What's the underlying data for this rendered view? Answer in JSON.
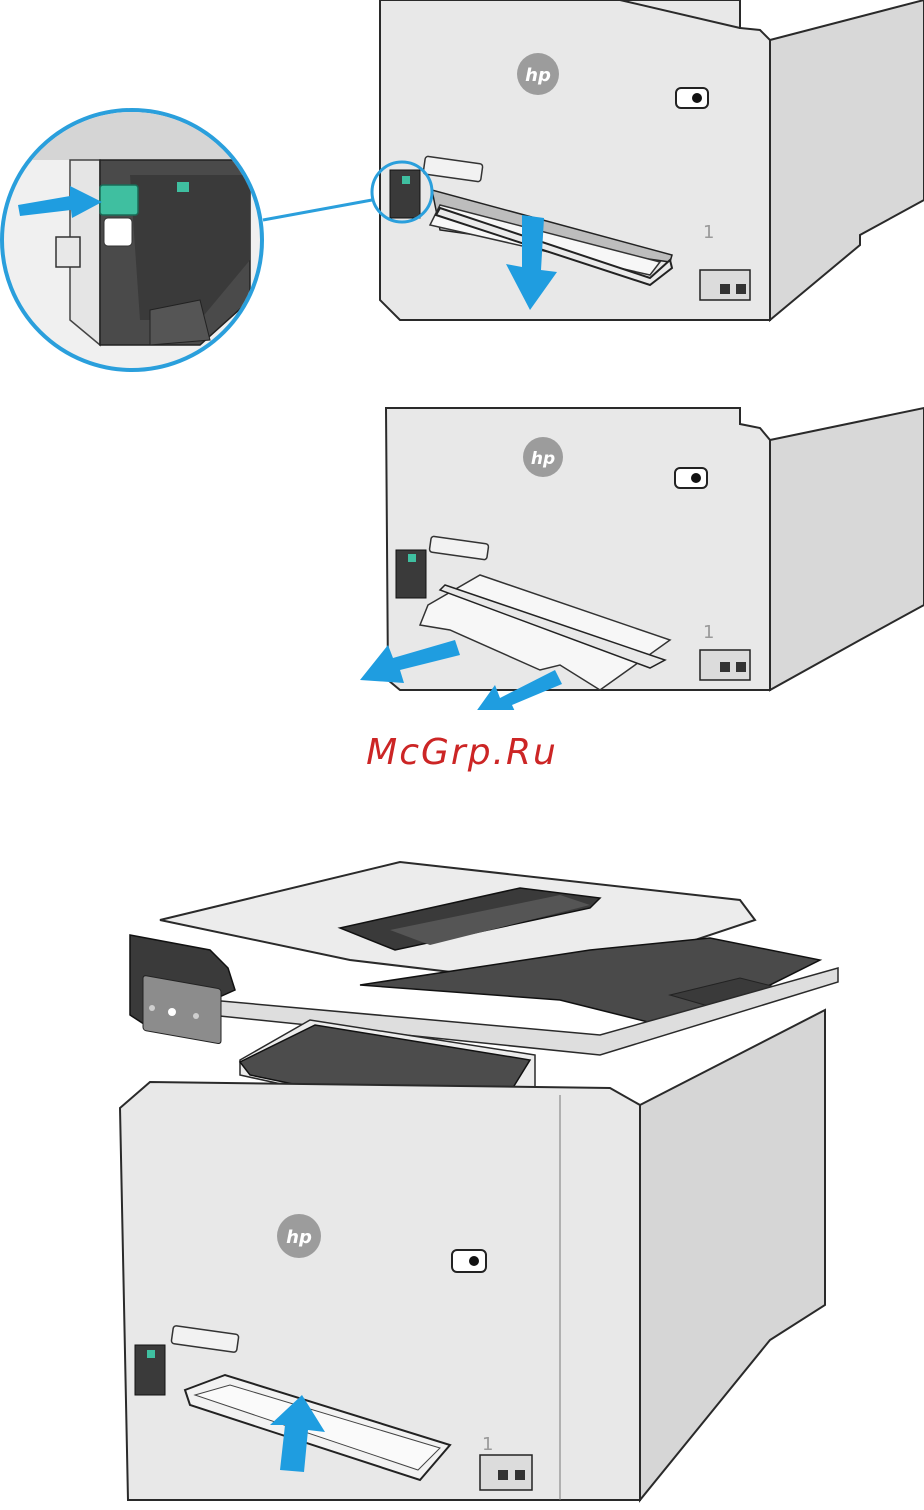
{
  "watermark": {
    "text": "McGrp.Ru"
  },
  "brand": {
    "logo_text": "hp"
  },
  "tray": {
    "number": "1"
  },
  "colors": {
    "arrow": "#1f9de0",
    "callout_ring": "#2a9fdc",
    "latch": "#3fbfa0",
    "watermark": "#cc2525",
    "printer_body": "#e6e6e6",
    "printer_dark": "#3a3a3a"
  },
  "icons": {
    "down-arrow": "arrow pointing down (pull tray)",
    "left-arrows": "arrows pointing down-left (remove paper)",
    "up-arrow": "arrow pointing up (close tray)",
    "callout-arrow": "arrow pointing right (press latch)"
  }
}
